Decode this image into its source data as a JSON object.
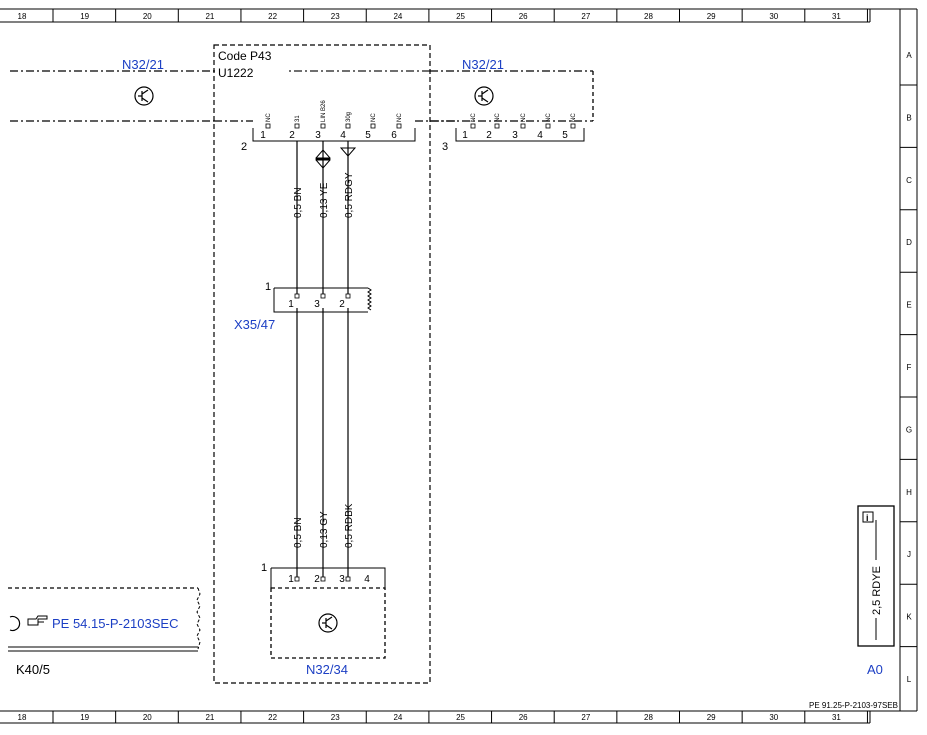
{
  "grid": {
    "cols": [
      "18",
      "19",
      "20",
      "21",
      "22",
      "23",
      "24",
      "25",
      "26",
      "27",
      "28",
      "29",
      "30",
      "31"
    ],
    "rows": [
      "A",
      "B",
      "C",
      "D",
      "E",
      "F",
      "G",
      "H",
      "J",
      "K",
      "L"
    ]
  },
  "components": {
    "n32_21_left": "N32/21",
    "n32_21_right": "N32/21",
    "code_box_title": "Code P43",
    "code_box_sub": "U1222",
    "x35_47": "X35/47",
    "n32_34": "N32/34",
    "k40_5": "K40/5",
    "a0": "A0"
  },
  "connector2": {
    "number": "2",
    "pins": [
      "1",
      "2",
      "3",
      "4",
      "5",
      "6"
    ],
    "pin_labels": [
      "NC",
      "31",
      "LIN B26",
      "30g",
      "NC",
      "NC"
    ]
  },
  "connector3": {
    "number": "3",
    "pins": [
      "1",
      "2",
      "3",
      "4",
      "5"
    ],
    "pin_labels": [
      "NC",
      "NC",
      "NC",
      "NC",
      "NC"
    ]
  },
  "x35_connector": {
    "number": "1",
    "pins": [
      "1",
      "3",
      "2"
    ]
  },
  "n32_34_connector": {
    "number": "1",
    "pins": [
      "1",
      "2",
      "3",
      "4"
    ]
  },
  "wires_upper": [
    "0,5 BN",
    "0,13 YE",
    "0,5 RDGY"
  ],
  "wires_lower": [
    "0,5 BN",
    "0,13 GY",
    "0,5 RDBK"
  ],
  "ref_pe54": "PE 54.15-P-2103SEC",
  "a0_wire": "2,5 RDYE",
  "doc_ref": "PE 91.25-P-2103-97SEB",
  "colors": {
    "accent": "#1c3fc4",
    "line": "#000000"
  },
  "icons": [
    "transistor-icon",
    "hand-pointer-icon",
    "info-icon"
  ]
}
